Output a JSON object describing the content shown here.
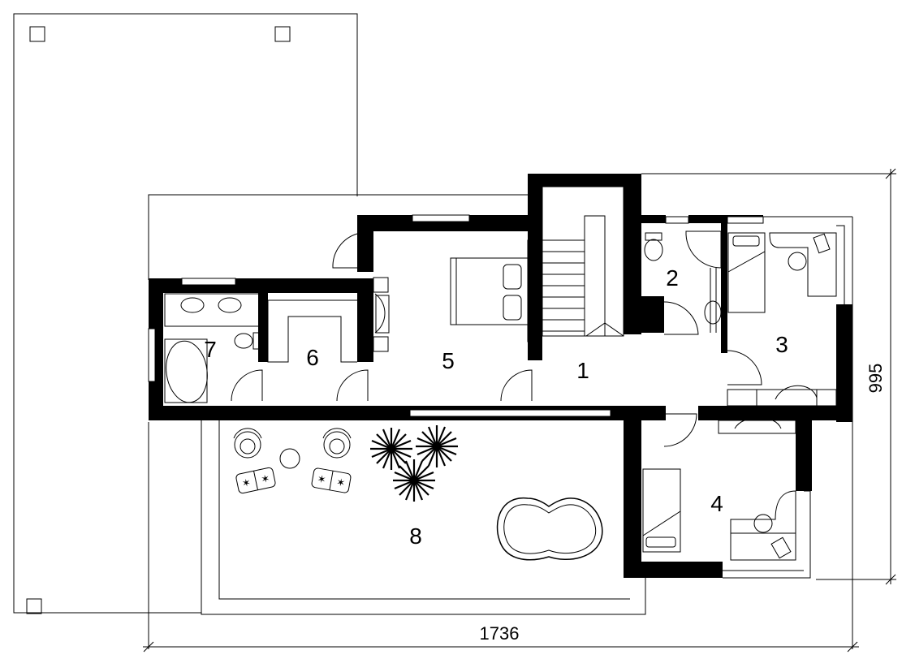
{
  "plan": {
    "rooms": [
      {
        "id": "room-1",
        "label": "1"
      },
      {
        "id": "room-2",
        "label": "2"
      },
      {
        "id": "room-3",
        "label": "3"
      },
      {
        "id": "room-4",
        "label": "4"
      },
      {
        "id": "room-5",
        "label": "5"
      },
      {
        "id": "room-6",
        "label": "6"
      },
      {
        "id": "room-7",
        "label": "7"
      },
      {
        "id": "room-8",
        "label": "8"
      }
    ],
    "dimensions": {
      "overall_width": "1736",
      "overall_depth": "995"
    }
  }
}
